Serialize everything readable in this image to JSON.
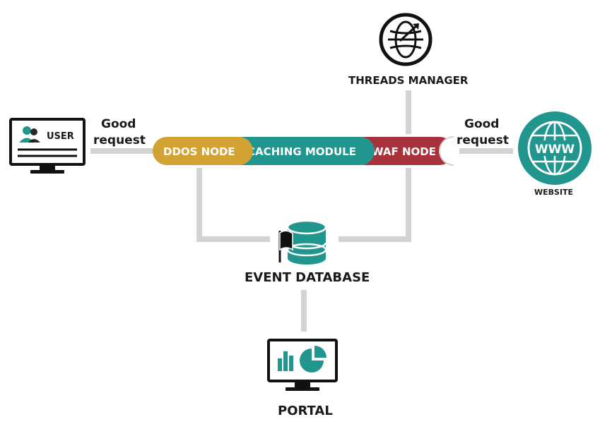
{
  "colors": {
    "ddos": "#d2a233",
    "caching": "#20968e",
    "waf": "#a8323c",
    "teal": "#20968e",
    "connector": "#d3d3d3",
    "outline": "#111111"
  },
  "icons": {
    "user": "user-monitor-icon",
    "threads": "globe-threads-icon",
    "website": "www-globe-icon",
    "database": "database-flag-icon",
    "portal": "chart-monitor-icon"
  },
  "user": {
    "label": "USER"
  },
  "left_edge": {
    "line1": "Good",
    "line2": "request"
  },
  "right_edge": {
    "line1": "Good",
    "line2": "request"
  },
  "pipeline": {
    "ddos": "DDOS NODE",
    "caching": "CACHING MODULE",
    "waf": "WAF NODE"
  },
  "threads": {
    "label": "THREADS MANAGER"
  },
  "website": {
    "label": "WEBSITE"
  },
  "database": {
    "label": "EVENT DATABASE"
  },
  "portal": {
    "label": "PORTAL"
  }
}
